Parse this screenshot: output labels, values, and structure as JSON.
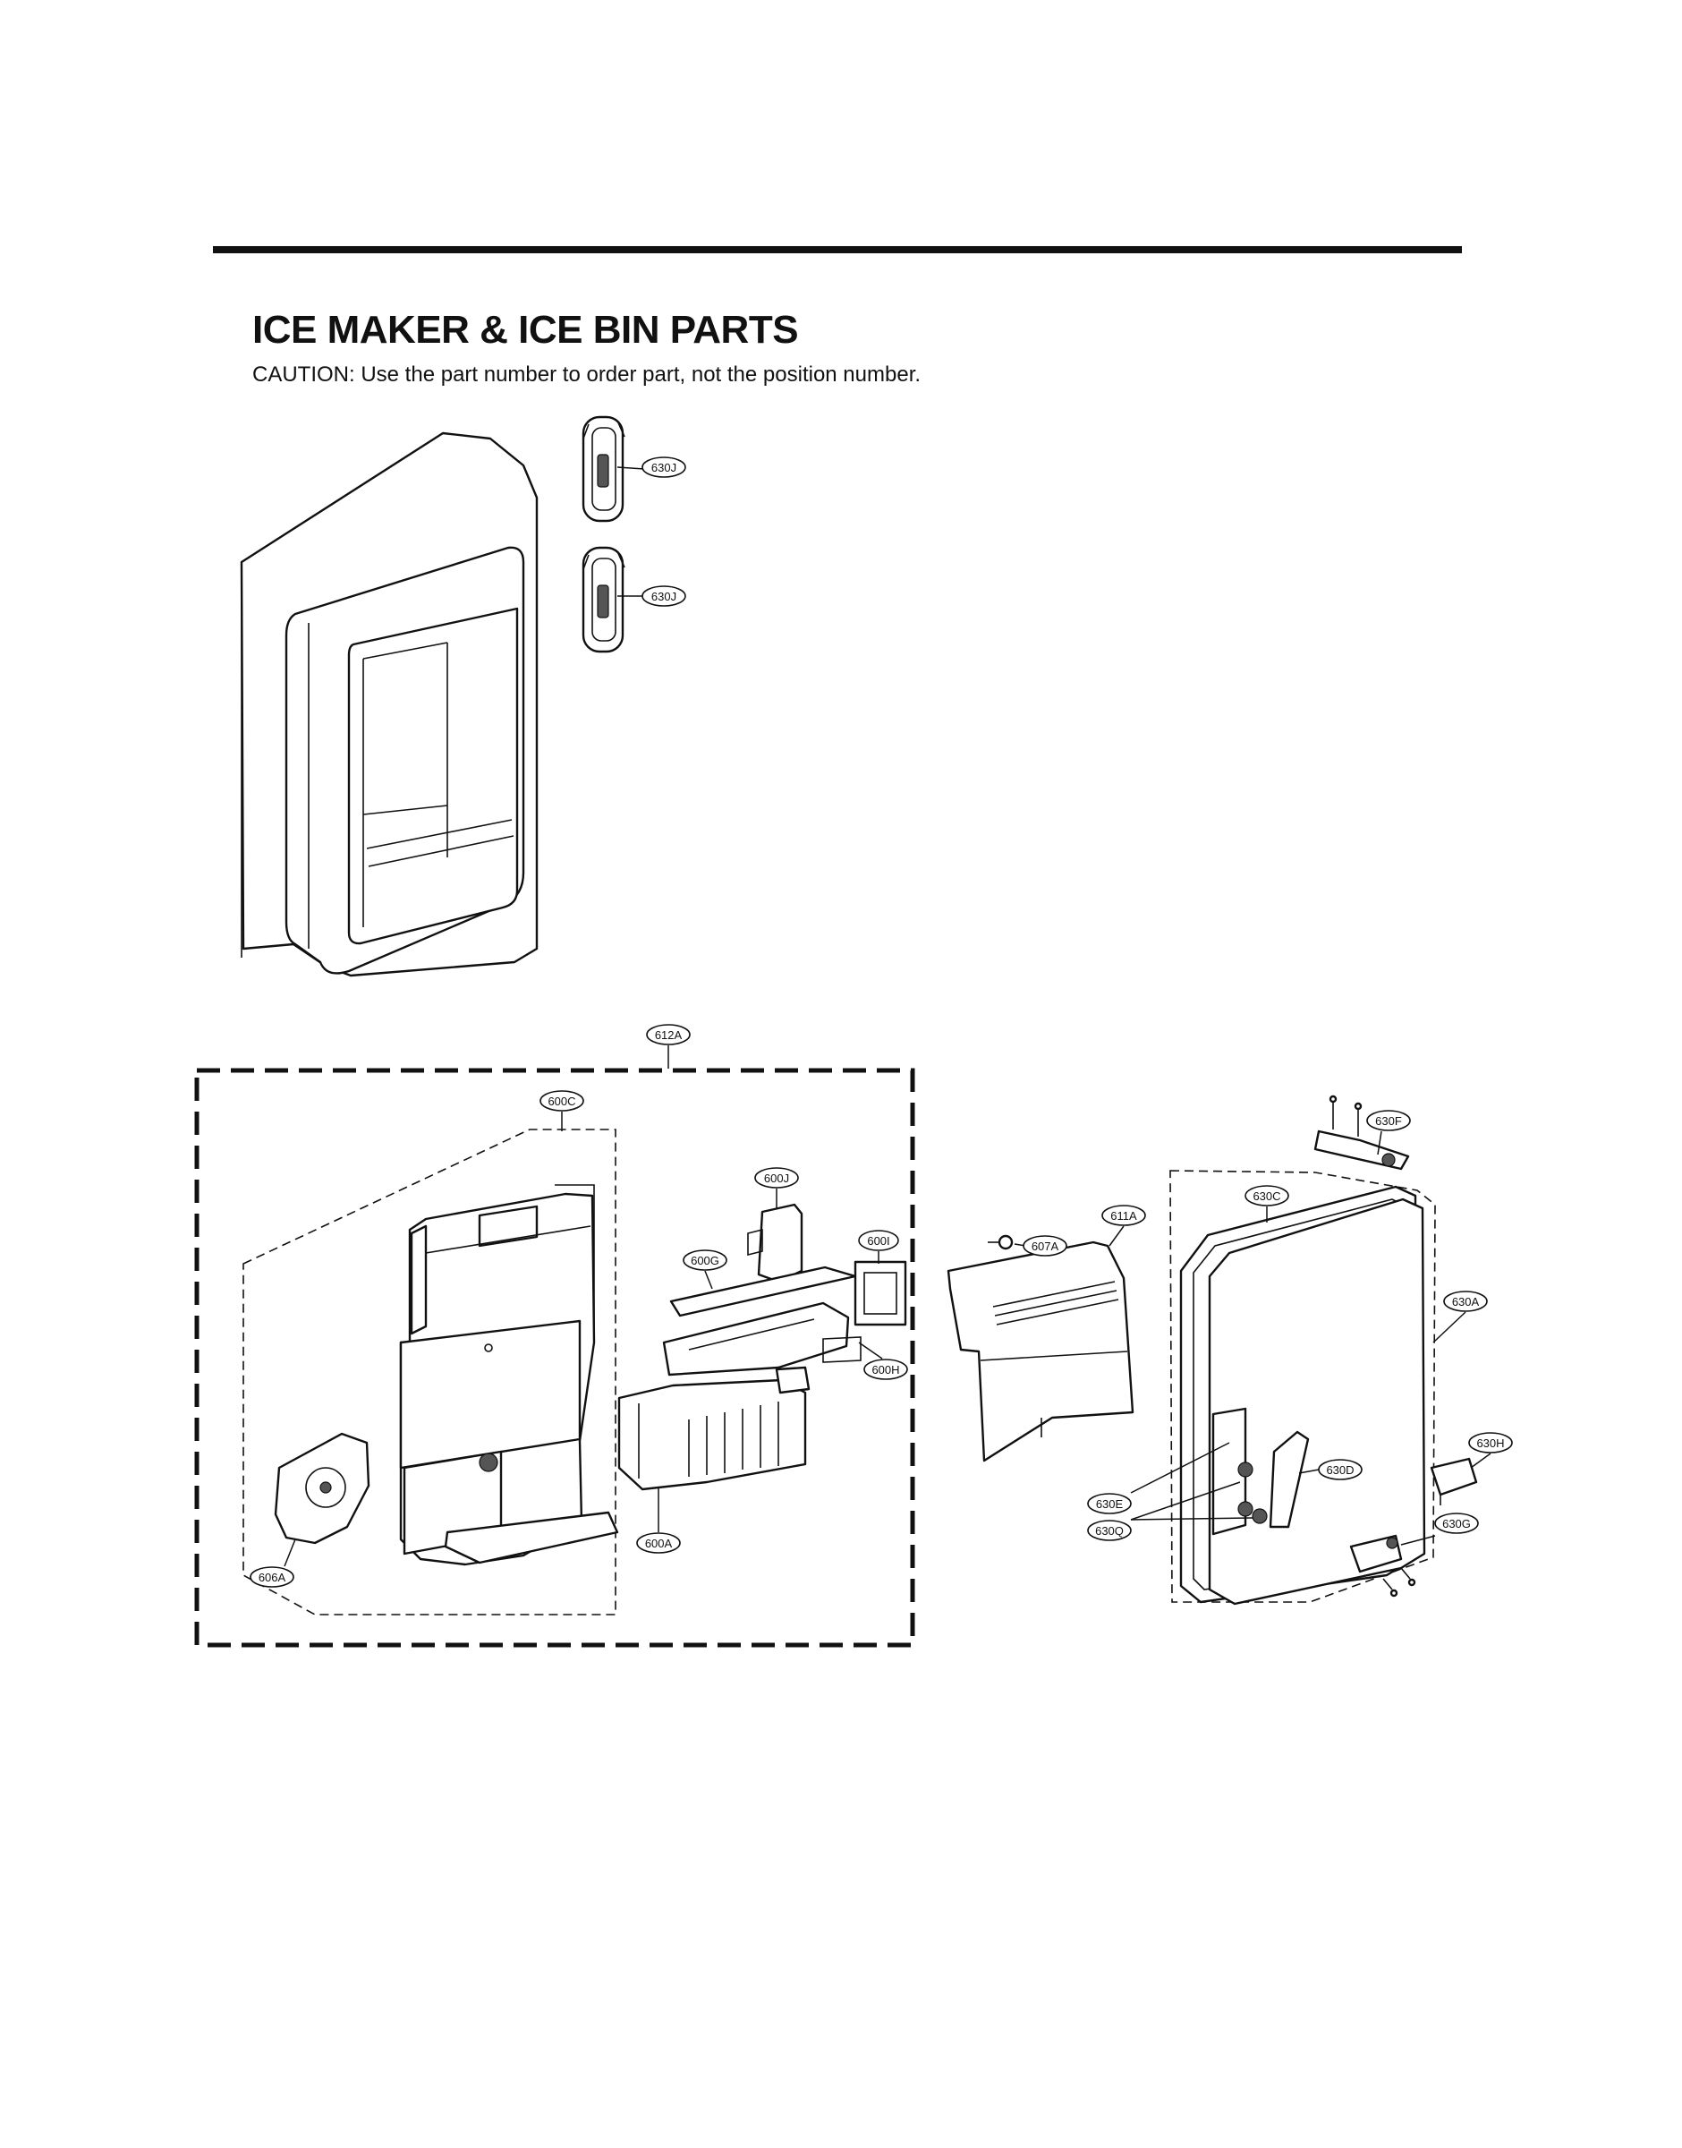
{
  "page": {
    "title": "ICE MAKER & ICE BIN PARTS",
    "caution": "CAUTION: Use the part number to order part, not the position number."
  },
  "callouts": {
    "c630J_a": "630J",
    "c630J_b": "630J",
    "c612A": "612A",
    "c600C": "600C",
    "c600J": "600J",
    "c600I": "600I",
    "c600G": "600G",
    "c600H": "600H",
    "c600A": "600A",
    "c606A": "606A",
    "c607A": "607A",
    "c611A": "611A",
    "c630F": "630F",
    "c630C": "630C",
    "c630A": "630A",
    "c630H": "630H",
    "c630D": "630D",
    "c630E": "630E",
    "c630Q": "630Q",
    "c630G": "630G"
  }
}
